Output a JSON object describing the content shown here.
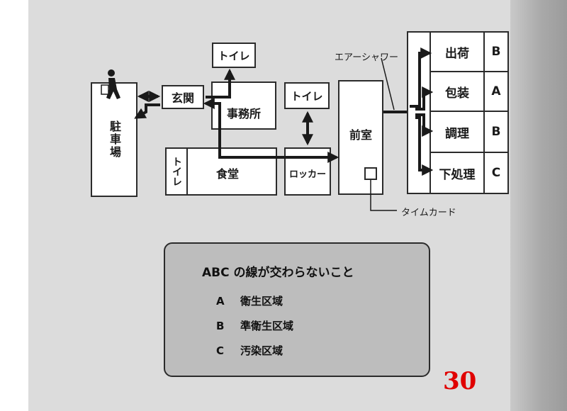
{
  "rooms": {
    "toilet_top": "トイレ",
    "genkan": "玄関",
    "jimusho": "事務所",
    "toilet_mid": "トイレ",
    "chusha": "駐車場",
    "toilet_side": "トイレ",
    "shokudo": "食堂",
    "locker": "ロッカー",
    "zenshitsu": "前室"
  },
  "zones": [
    {
      "name": "出荷",
      "code": "B"
    },
    {
      "name": "包装",
      "code": "A"
    },
    {
      "name": "調理",
      "code": "B"
    },
    {
      "name": "下処理",
      "code": "C"
    }
  ],
  "callouts": {
    "air_shower": "エアーシャワー",
    "time_card": "タイムカード"
  },
  "legend": {
    "title": "ABC の線が交わらないこと",
    "items": [
      {
        "code": "A",
        "label": "衛生区域"
      },
      {
        "code": "B",
        "label": "準衛生区域"
      },
      {
        "code": "C",
        "label": "汚染区域"
      }
    ]
  },
  "page_number": "30",
  "colors": {
    "page": "#dcdcdc",
    "line": "#1a1a1a",
    "legend_fill": "#bdbdbd",
    "page_number": "#e00000"
  },
  "icons": [
    "walking-person-icon"
  ]
}
